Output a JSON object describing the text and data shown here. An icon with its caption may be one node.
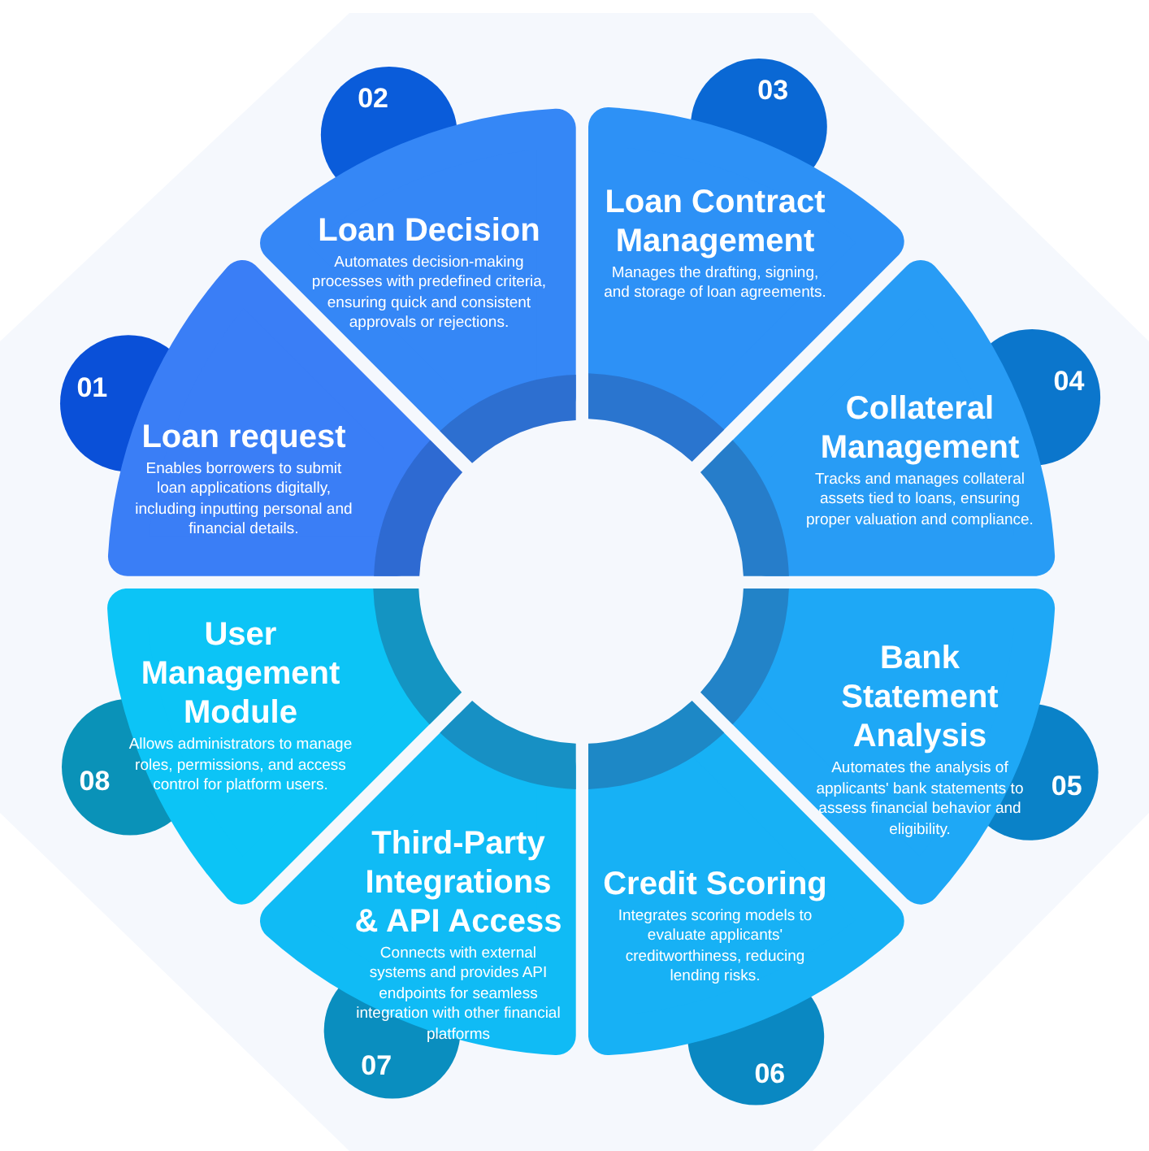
{
  "diagram": {
    "nodes": [
      {
        "text": [
          "Loan request",
          "Enables borrowers to submit loan applications digitally, including inputting personal and financial details."
        ],
        "beside": [
          "01"
        ]
      },
      {
        "text": [
          "Loan Decision",
          "Automates decision-making processes with predefined criteria, ensuring quick and consistent approvals or rejections."
        ],
        "beside": [
          "02"
        ]
      },
      {
        "text": [
          "Loan Contract Management",
          "Manages the drafting, signing, and storage of loan agreements."
        ],
        "beside": [
          "03"
        ]
      },
      {
        "text": [
          "Collateral Management",
          "Tracks and manages collateral assets tied to loans, ensuring proper valuation and compliance."
        ],
        "beside": [
          "04"
        ]
      },
      {
        "text": [
          "Bank Statement Analysis",
          "Automates the analysis of applicants' bank statements to assess financial behavior and eligibility."
        ],
        "beside": [
          "05"
        ]
      },
      {
        "text": [
          "Credit Scoring",
          "Integrates scoring models to evaluate applicants' creditworthiness, reducing lending risks."
        ],
        "beside": [
          "06"
        ]
      },
      {
        "text": [
          "Third-Party Integrations & API Access",
          "Connects with external systems and provides API endpoints for seamless integration with other financial platforms"
        ],
        "beside": [
          "07"
        ]
      },
      {
        "text": [
          "User Management Module",
          "Allows administrators to manage roles, permissions, and access control for platform users."
        ],
        "beside": [
          "08"
        ]
      }
    ]
  }
}
